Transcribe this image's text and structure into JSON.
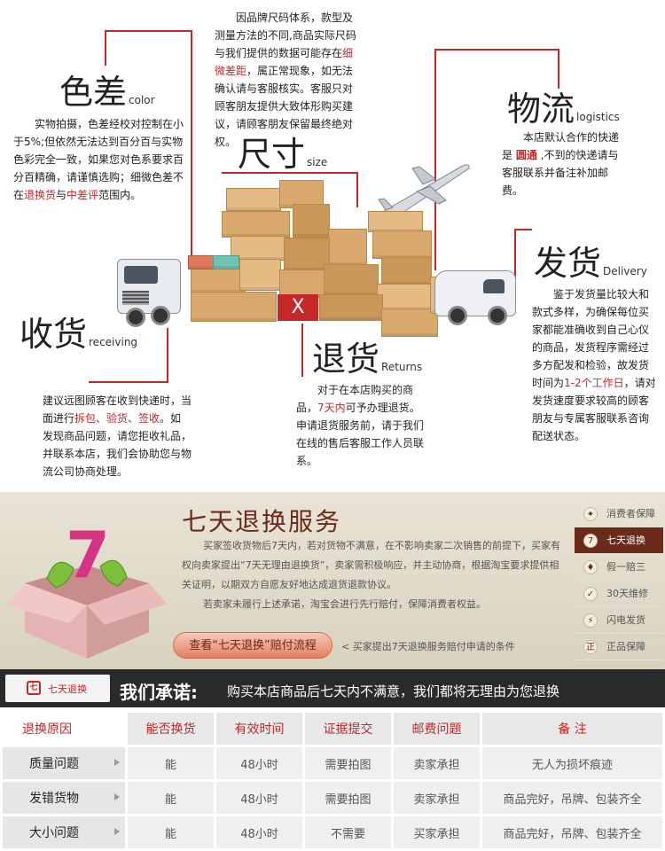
{
  "top": {
    "color_section": {
      "title": "色差",
      "subtitle": "color",
      "text_parts": [
        "实物拍摄，色差经校对控制在小于5%;但依然无法达到百分百与实物色彩完全一致，如果您对色系要求百分百精确，请谨慎选购；细微色差不在",
        "退换货",
        "与",
        "中差评",
        "范围内。"
      ]
    },
    "size_section": {
      "title": "尺寸",
      "subtitle": "size",
      "text_parts": [
        "因品牌尺码体系，款型及测量方法的不同,商品实际尺码与我们提供的数据可能存在",
        "细微差距",
        "，属正常现象，如无法确认请与客服核实。客服只对顾客朋友提供大致体形购买建议，请顾客朋友保留最终绝对权。"
      ]
    },
    "logistics_section": {
      "title": "物流",
      "subtitle": "logistics",
      "text_parts": [
        "本店默认合作的快递是 ",
        "圆通",
        " ,不到的快递请与客服联系并备注补加邮费。"
      ]
    },
    "receive_section": {
      "title": "收货",
      "subtitle": "receiving",
      "text_parts": [
        "建议远图顾客在收到快递时，当面进行",
        "拆包、验货、签收",
        "。如发现商品问题，请您拒收礼品，并联系本店，我们会协助您与物流公司协商处理。"
      ]
    },
    "returns_section": {
      "title": "退货",
      "subtitle": "Returns",
      "text_parts": [
        "对于在本店购买的商品，",
        "7天内",
        "可予办理退货。申请退货服务前，请于我们在线的售后客服工作人员联系。"
      ]
    },
    "delivery_section": {
      "title": "发货",
      "subtitle": "Delivery",
      "text_parts": [
        "鉴于发货量比较大和款式多样，为确保每位买家都能准确收到自己心仪的商品，发货程序需经过多方配发和检验，故发货时间为",
        "1-2个工作日",
        "，请对发货速度要求较高的顾客朋友与专属客服联系咨询配送状态。"
      ]
    },
    "x_mark": "X"
  },
  "banner": {
    "digit": "7",
    "title": "七天退换服务",
    "paragraphs": [
      "买家签收货物后7天内，若对货物不满意，在不影响卖家二次销售的前提下，买家有权向卖家提出“7天无理由退换货”，卖家需积极响应，并主动协商，根据淘宝要求提供相关证明，以期双方自愿友好地达成退货退款协议。",
      "若卖家未履行上述承诺，淘宝会进行先行赔付，保障消费者权益。"
    ],
    "button_label": "查看“七天退换”赔付流程",
    "link_label": "< 买家提出7天退换服务赔付申请的条件",
    "side_items": [
      {
        "icon": "✦",
        "label": "消费者保障"
      },
      {
        "icon": "7",
        "label": "七天退换"
      },
      {
        "icon": "♦",
        "label": "假一赔三"
      },
      {
        "icon": "✓",
        "label": "30天维修"
      },
      {
        "icon": "⚡",
        "label": "闪电发货"
      },
      {
        "icon": "正",
        "label": "正品保障"
      }
    ]
  },
  "promise": {
    "tab_icon": "七",
    "tab_label": "七天退换",
    "title": "我们承诺:",
    "statement": "购买本店商品后七天内不满意，我们都将无理由为您退换"
  },
  "table": {
    "headers": [
      "退换原因",
      "能否换货",
      "有效时间",
      "证据提交",
      "邮费问题",
      "备 注"
    ],
    "rows": [
      [
        "质量问题",
        "能",
        "48小时",
        "需要拍图",
        "卖家承担",
        "无人为损坏痕迹"
      ],
      [
        "发错货物",
        "能",
        "48小时",
        "需要拍图",
        "卖家承担",
        "商品完好，吊牌、包装齐全"
      ],
      [
        "大小问题",
        "能",
        "48小时",
        "不需要",
        "买家承担",
        "商品完好，吊牌、包装齐全"
      ]
    ]
  },
  "colors": {
    "accent_red": "#c62828",
    "banner_brown": "#6b2a1a",
    "dark_bar": "#2a2a2a"
  }
}
